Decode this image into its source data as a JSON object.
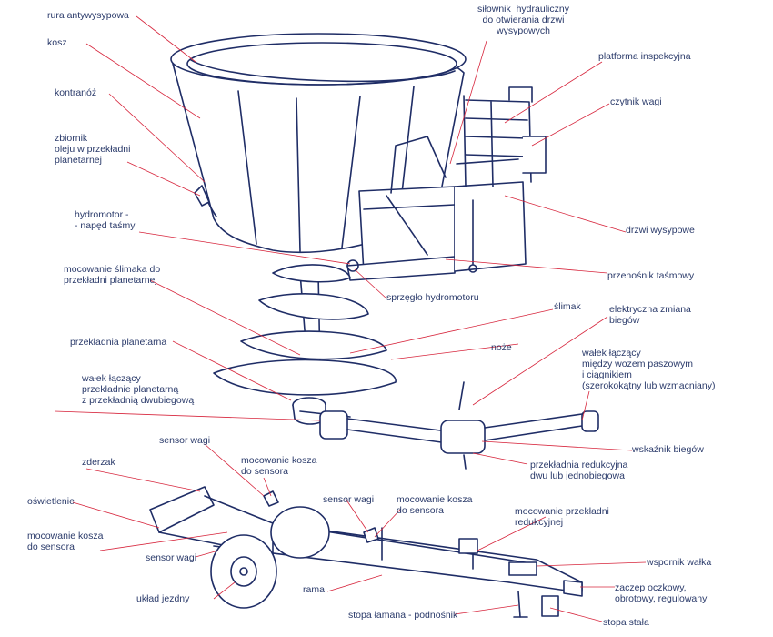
{
  "colors": {
    "ink": "#1f2d66",
    "leader": "#d7263d",
    "label": "#2a3a6a",
    "bg": "#ffffff"
  },
  "labels": {
    "rura_antywysypowa": "rura antywysypowa",
    "kosz": "kosz",
    "kontranoz": "kontranóż",
    "zbiornik": "zbiornik\noleju w przekładni\nplanetarnej",
    "hydromotor": "hydromotor -\n- napęd taśmy",
    "mocowanie_slimaka": "mocowanie ślimaka do\nprzekładni planetarnej",
    "przekladnia_planetarna": "przekładnia planetarna",
    "walek_laczacy_1": "wałek łączący\nprzekładnie planetarną\nz przekładnią dwubiegową",
    "sensor_wagi_1": "sensor wagi",
    "mocowanie_kosza_1": "mocowanie kosza\ndo sensora",
    "zderzak": "zderzak",
    "oswietlenie": "oświetlenie",
    "mocowanie_kosza_2": "mocowanie kosza\ndo sensora",
    "sensor_wagi_2": "sensor wagi",
    "uklad_jezdny": "układ jezdny",
    "sensor_wagi_3": "sensor wagi",
    "mocowanie_kosza_3": "mocowanie kosza\ndo sensora",
    "rama": "rama",
    "stopa_lamana": "stopa łamana - podnośnik",
    "silownik": "siłownik  hydrauliczny\ndo otwierania drzwi\nwysypowych",
    "platforma": "platforma inspekcyjna",
    "czytnik": "czytnik wagi",
    "drzwi": "drzwi wysypowe",
    "przenosnik": "przenośnik taśmowy",
    "sprzeglo": "sprzęgło hydromotoru",
    "slimak": "ślimak",
    "elektryczna": "elektryczna zmiana\nbiegów",
    "noze": "noże",
    "walek_laczacy_2": "wałek łączący\nmiędzy wozem paszowym\ni ciągnikiem\n(szerokokątny lub wzmacniany)",
    "wskaznik": "wskaźnik biegów",
    "przekladnia_redukcyjna": "przekładnia redukcyjna\ndwu lub jednobiegowa",
    "mocowanie_przekladni": "mocowanie przekładni\nredukcyjnej",
    "wspornik": "wspornik wałka",
    "zaczep": "zaczep oczkowy,\nobrotowy, regulowany",
    "stopa_stala": "stopa stała"
  }
}
